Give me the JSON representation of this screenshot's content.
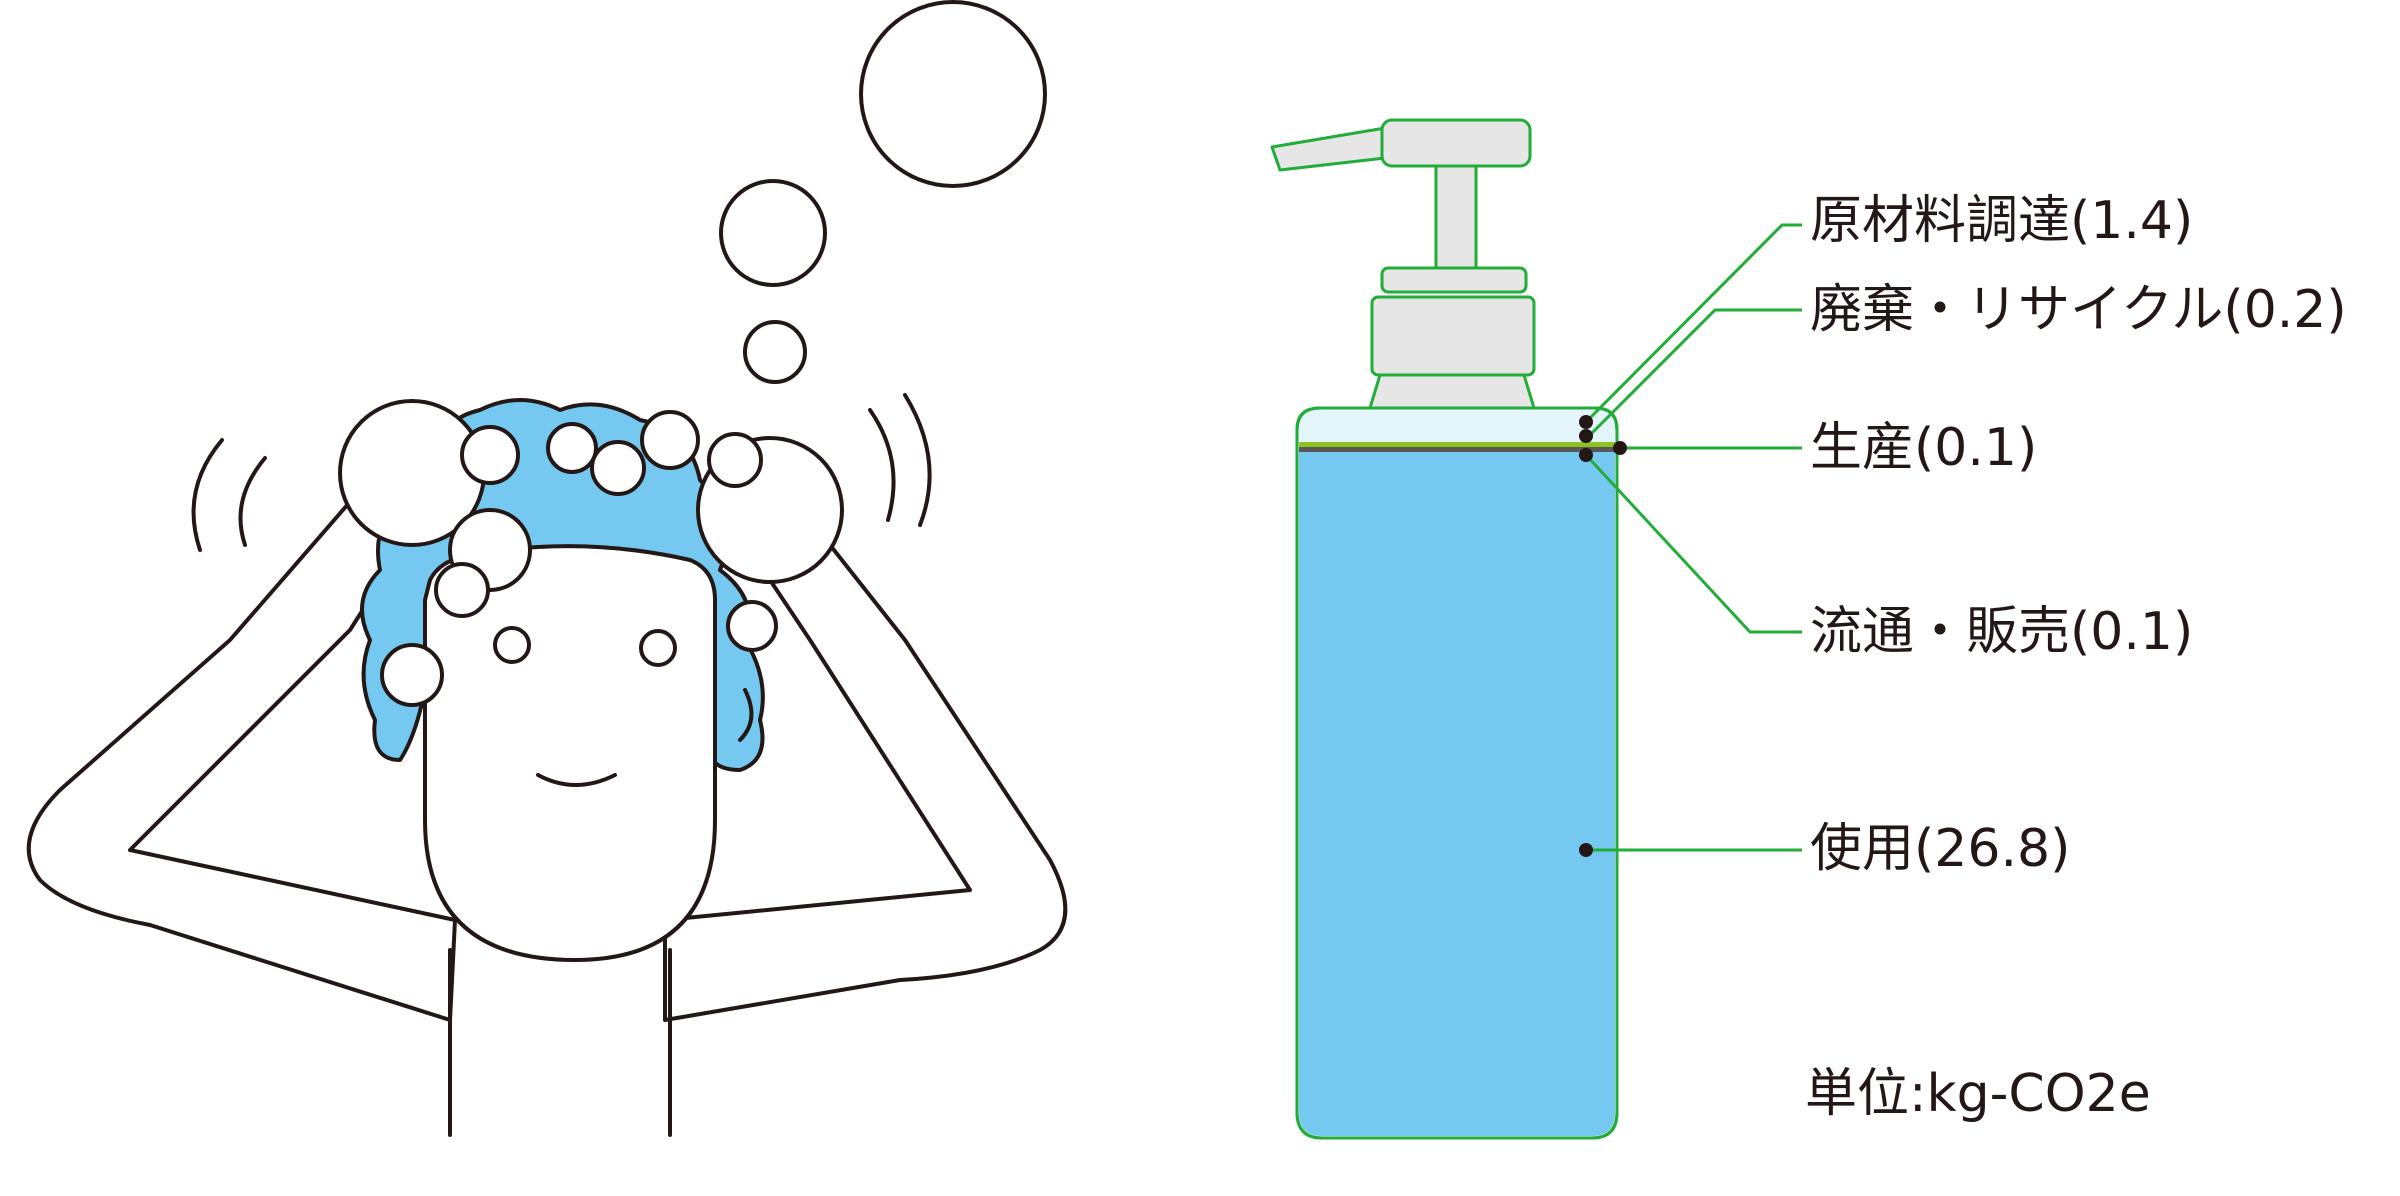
{
  "labels": {
    "raw_materials": "原材料調達(1.4)",
    "disposal": "廃棄・リサイクル(0.2)",
    "production": "生産(0.1)",
    "distribution": "流通・販売(0.1)",
    "use": "使用(26.8)"
  },
  "unit": "単位:kg-CO2e",
  "stages": [
    {
      "key": "raw_materials",
      "value": 1.4
    },
    {
      "key": "disposal",
      "value": 0.2
    },
    {
      "key": "production",
      "value": 0.1
    },
    {
      "key": "distribution",
      "value": 0.1
    },
    {
      "key": "use",
      "value": 26.8
    }
  ],
  "colors": {
    "outline": "#231815",
    "hair": "#75c8f0",
    "liquid": "#75c8f0",
    "leader": "#22ac38",
    "pump": "#e6e6e6",
    "bottle_top": "#e4f4fb",
    "band_green": "#8fc31f",
    "band_dark": "#595757"
  }
}
